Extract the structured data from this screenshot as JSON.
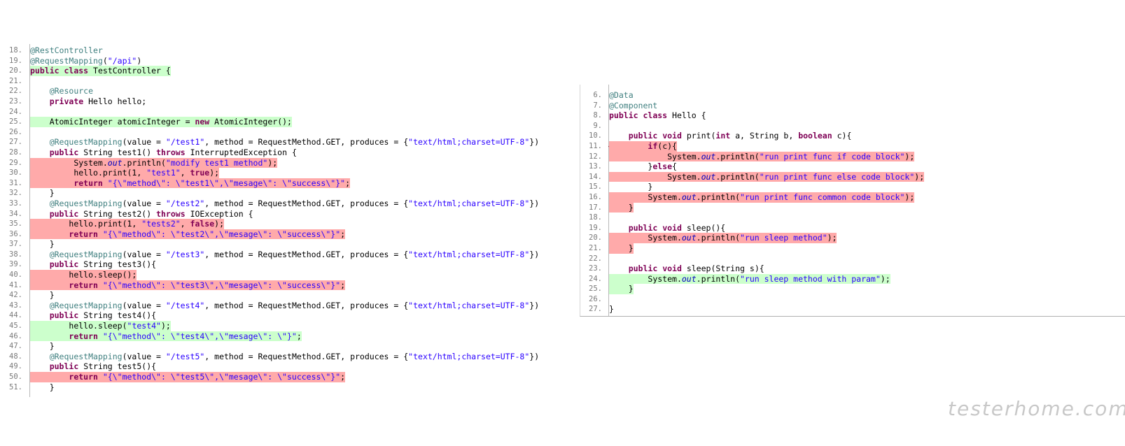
{
  "left_editor": {
    "lines": [
      {
        "n": "18.",
        "hl": "",
        "code": "@RestController"
      },
      {
        "n": "19.",
        "hl": "",
        "code": "@RequestMapping(\"/api\")"
      },
      {
        "n": "20.",
        "hl": "green",
        "code": "public class TestController {"
      },
      {
        "n": "21.",
        "hl": "",
        "code": ""
      },
      {
        "n": "22.",
        "hl": "",
        "code": "    @Resource"
      },
      {
        "n": "23.",
        "hl": "",
        "code": "    private Hello hello;"
      },
      {
        "n": "24.",
        "hl": "",
        "code": ""
      },
      {
        "n": "25.",
        "hl": "green",
        "code": "    AtomicInteger atomicInteger = new AtomicInteger();"
      },
      {
        "n": "26.",
        "hl": "",
        "code": ""
      },
      {
        "n": "27.",
        "hl": "",
        "code": "    @RequestMapping(value = \"/test1\", method = RequestMethod.GET, produces = {\"text/html;charset=UTF-8\"})"
      },
      {
        "n": "28.",
        "hl": "",
        "code": "    public String test1() throws InterruptedException {"
      },
      {
        "n": "29.",
        "hl": "red",
        "code": "         System.out.println(\"modify test1 method\");"
      },
      {
        "n": "30.",
        "hl": "red",
        "code": "         hello.print(1, \"test1\", true);"
      },
      {
        "n": "31.",
        "hl": "red",
        "code": "         return \"{\\\"method\\\": \\\"test1\\\",\\\"mesage\\\": \\\"success\\\"}\";"
      },
      {
        "n": "32.",
        "hl": "",
        "code": "    }"
      },
      {
        "n": "33.",
        "hl": "",
        "code": "    @RequestMapping(value = \"/test2\", method = RequestMethod.GET, produces = {\"text/html;charset=UTF-8\"})"
      },
      {
        "n": "34.",
        "hl": "",
        "code": "    public String test2() throws IOException {"
      },
      {
        "n": "35.",
        "hl": "red",
        "code": "        hello.print(1, \"tests2\", false);"
      },
      {
        "n": "36.",
        "hl": "red",
        "code": "        return \"{\\\"method\\\": \\\"test2\\\",\\\"mesage\\\": \\\"success\\\"}\";"
      },
      {
        "n": "37.",
        "hl": "",
        "code": "    }"
      },
      {
        "n": "38.",
        "hl": "",
        "code": "    @RequestMapping(value = \"/test3\", method = RequestMethod.GET, produces = {\"text/html;charset=UTF-8\"})"
      },
      {
        "n": "39.",
        "hl": "",
        "code": "    public String test3(){"
      },
      {
        "n": "40.",
        "hl": "red",
        "code": "        hello.sleep();"
      },
      {
        "n": "41.",
        "hl": "red",
        "code": "        return \"{\\\"method\\\": \\\"test3\\\",\\\"mesage\\\": \\\"success\\\"}\";"
      },
      {
        "n": "42.",
        "hl": "",
        "code": "    }"
      },
      {
        "n": "43.",
        "hl": "",
        "code": "    @RequestMapping(value = \"/test4\", method = RequestMethod.GET, produces = {\"text/html;charset=UTF-8\"})"
      },
      {
        "n": "44.",
        "hl": "",
        "code": "    public String test4(){"
      },
      {
        "n": "45.",
        "hl": "green",
        "code": "        hello.sleep(\"test4\");"
      },
      {
        "n": "46.",
        "hl": "green",
        "code": "        return \"{\\\"method\\\": \\\"test4\\\",\\\"mesage\\\": \\\"}\";"
      },
      {
        "n": "47.",
        "hl": "",
        "code": "    }"
      },
      {
        "n": "48.",
        "hl": "",
        "code": "    @RequestMapping(value = \"/test5\", method = RequestMethod.GET, produces = {\"text/html;charset=UTF-8\"})"
      },
      {
        "n": "49.",
        "hl": "",
        "code": "    public String test5(){"
      },
      {
        "n": "50.",
        "hl": "red",
        "code": "        return \"{\\\"method\\\": \\\"test5\\\",\\\"mesage\\\": \\\"success\\\"}\";"
      },
      {
        "n": "51.",
        "hl": "",
        "code": "    }"
      }
    ]
  },
  "right_editor": {
    "lines": [
      {
        "n": "6.",
        "hl": "",
        "bp": false,
        "code": "@Data"
      },
      {
        "n": "7.",
        "hl": "",
        "bp": false,
        "code": "@Component"
      },
      {
        "n": "8.",
        "hl": "",
        "bp": false,
        "code": "public class Hello {"
      },
      {
        "n": "9.",
        "hl": "",
        "bp": false,
        "code": ""
      },
      {
        "n": "10.",
        "hl": "",
        "bp": false,
        "code": "    public void print(int a, String b, boolean c){"
      },
      {
        "n": "11.",
        "hl": "red",
        "bp": true,
        "code": "        if(c){"
      },
      {
        "n": "12.",
        "hl": "red",
        "bp": false,
        "code": "            System.out.println(\"run print func if code block\");"
      },
      {
        "n": "13.",
        "hl": "",
        "bp": false,
        "code": "        }else{"
      },
      {
        "n": "14.",
        "hl": "red",
        "bp": false,
        "code": "            System.out.println(\"run print func else code block\");"
      },
      {
        "n": "15.",
        "hl": "",
        "bp": false,
        "code": "        }"
      },
      {
        "n": "16.",
        "hl": "red",
        "bp": false,
        "code": "        System.out.println(\"run print func common code block\");"
      },
      {
        "n": "17.",
        "hl": "red",
        "bp": false,
        "code": "    }"
      },
      {
        "n": "18.",
        "hl": "",
        "bp": false,
        "code": ""
      },
      {
        "n": "19.",
        "hl": "",
        "bp": false,
        "code": "    public void sleep(){"
      },
      {
        "n": "20.",
        "hl": "red",
        "bp": false,
        "code": "        System.out.println(\"run sleep method\");"
      },
      {
        "n": "21.",
        "hl": "red",
        "bp": false,
        "code": "    }"
      },
      {
        "n": "22.",
        "hl": "",
        "bp": false,
        "code": ""
      },
      {
        "n": "23.",
        "hl": "",
        "bp": false,
        "code": "    public void sleep(String s){"
      },
      {
        "n": "24.",
        "hl": "green",
        "bp": false,
        "code": "        System.out.println(\"run sleep method with param\");"
      },
      {
        "n": "25.",
        "hl": "green",
        "bp": false,
        "code": "    }"
      },
      {
        "n": "26.",
        "hl": "",
        "bp": false,
        "code": ""
      },
      {
        "n": "27.",
        "hl": "",
        "bp": false,
        "code": "}"
      }
    ]
  },
  "watermark": "testerhome.com",
  "colors": {
    "uncovered": "#ffaaaa",
    "covered": "#ccffcc",
    "keyword": "#7f0055",
    "annotation": "#3f7f7f",
    "string": "#2a00ff",
    "breakpoint": "#c8102e"
  }
}
